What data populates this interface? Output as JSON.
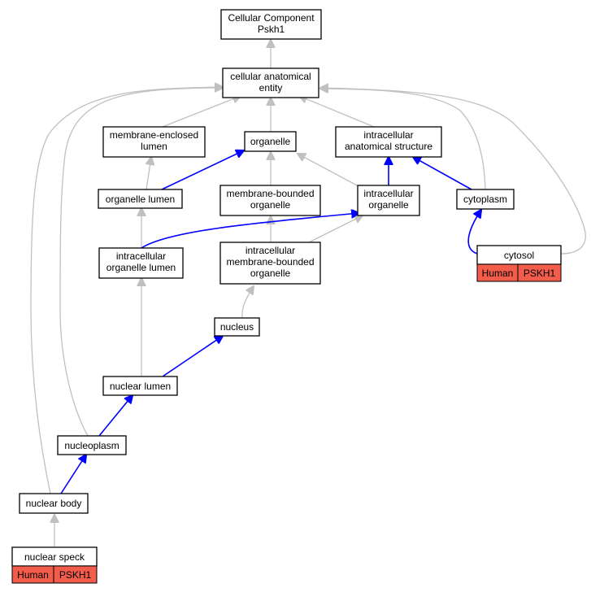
{
  "graph": {
    "root": {
      "line1": "Cellular Component",
      "line2": "Pskh1"
    },
    "nodes": {
      "cellular_anatomical_entity": {
        "line1": "cellular anatomical",
        "line2": "entity"
      },
      "membrane_enclosed_lumen": {
        "line1": "membrane-enclosed",
        "line2": "lumen"
      },
      "organelle": {
        "line1": "organelle"
      },
      "intracellular_anatomical_structure": {
        "line1": "intracellular",
        "line2": "anatomical structure"
      },
      "organelle_lumen": {
        "line1": "organelle lumen"
      },
      "membrane_bounded_organelle": {
        "line1": "membrane-bounded",
        "line2": "organelle"
      },
      "intracellular_organelle": {
        "line1": "intracellular",
        "line2": "organelle"
      },
      "cytoplasm": {
        "line1": "cytoplasm"
      },
      "cytosol": {
        "line1": "cytosol",
        "species": "Human",
        "gene": "PSKH1"
      },
      "intracellular_organelle_lumen": {
        "line1": "intracellular",
        "line2": "organelle lumen"
      },
      "intracellular_membrane_bounded_organelle": {
        "line1": "intracellular",
        "line2": "membrane-bounded",
        "line3": "organelle"
      },
      "nucleus": {
        "line1": "nucleus"
      },
      "nuclear_lumen": {
        "line1": "nuclear lumen"
      },
      "nucleoplasm": {
        "line1": "nucleoplasm"
      },
      "nuclear_body": {
        "line1": "nuclear body"
      },
      "nuclear_speck": {
        "line1": "nuclear speck",
        "species": "Human",
        "gene": "PSKH1"
      }
    },
    "colors": {
      "is_a_edge": "#c0c0c0",
      "part_of_edge": "#0000ff",
      "annotation": "#f25c4a"
    }
  }
}
